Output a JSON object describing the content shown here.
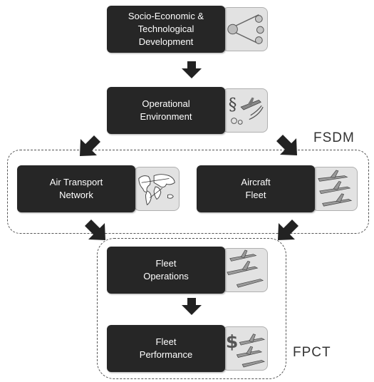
{
  "nodes": {
    "socio": {
      "label": "Socio-Economic &\nTechnological\nDevelopment",
      "icon": "population-growth-icon"
    },
    "operational": {
      "label": "Operational\nEnvironment",
      "icon": "regulation-aircraft-icon"
    },
    "network": {
      "label": "Air Transport\nNetwork",
      "icon": "world-map-icon"
    },
    "fleet": {
      "label": "Aircraft\nFleet",
      "icon": "aircraft-fleet-icon"
    },
    "operations": {
      "label": "Fleet\nOperations",
      "icon": "flying-aircraft-icon"
    },
    "performance": {
      "label": "Fleet\nPerformance",
      "icon": "dollar-aircraft-icon"
    }
  },
  "groups": {
    "fsdm": "FSDM",
    "fpct": "FPCT"
  },
  "colors": {
    "box": "#262626",
    "thumb": "#e2e2e2",
    "arrow": "#222222"
  }
}
